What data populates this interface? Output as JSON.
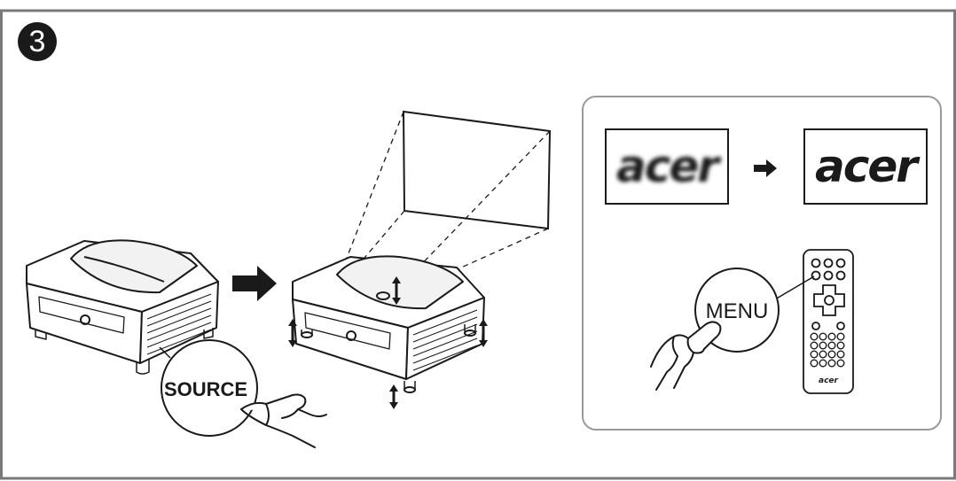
{
  "step": {
    "number": "3"
  },
  "source_button": {
    "label": "SOURCE"
  },
  "focus_demo": {
    "logo_before": "acer",
    "logo_after": "acer"
  },
  "remote": {
    "menu_label": "MENU",
    "brand": "acer"
  },
  "colors": {
    "frame": "#7a7a7a",
    "ink": "#1a1a1a",
    "panel_border": "#9a9a9a"
  }
}
